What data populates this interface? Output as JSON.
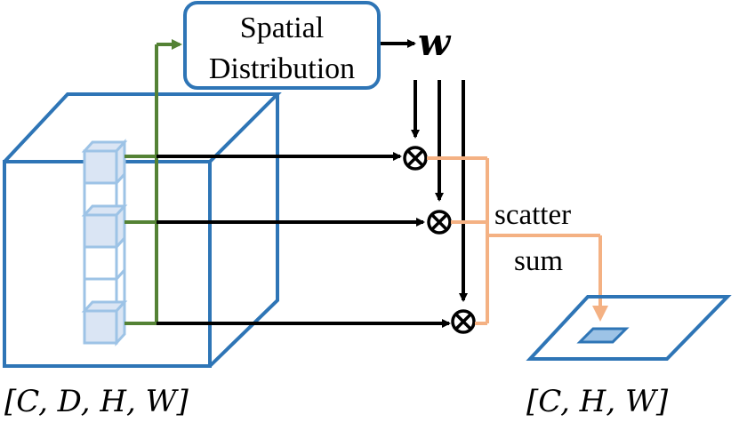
{
  "spatial_box": {
    "line1": "Spatial",
    "line2": "Distribution"
  },
  "weight_symbol": "w",
  "op_symbol": "⊗",
  "scatter_label": "scatter",
  "sum_label": "sum",
  "input_dims": "[C, D, H, W]",
  "output_dims": "[C, H, W]",
  "colors": {
    "blue": "#2e75b6",
    "light_blue": "#9dc3e6",
    "light_blue_fill": "#dae5f4",
    "green": "#548235",
    "orange": "#f4b183",
    "black": "#000000"
  }
}
